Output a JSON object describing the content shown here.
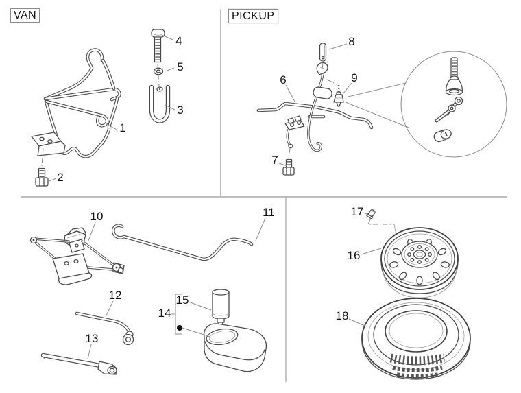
{
  "labels": {
    "van": "VAN",
    "pickup": "PICKUP"
  },
  "callouts": [
    {
      "id": "1"
    },
    {
      "id": "2"
    },
    {
      "id": "3"
    },
    {
      "id": "4"
    },
    {
      "id": "5"
    },
    {
      "id": "6"
    },
    {
      "id": "7"
    },
    {
      "id": "8"
    },
    {
      "id": "9"
    },
    {
      "id": "10"
    },
    {
      "id": "11"
    },
    {
      "id": "12"
    },
    {
      "id": "13"
    },
    {
      "id": "14"
    },
    {
      "id": "15"
    },
    {
      "id": "16"
    },
    {
      "id": "17"
    },
    {
      "id": "18"
    }
  ],
  "icons": [
    "van-carrier-bracket",
    "mount-bolt",
    "u-bolt",
    "hex-bolt",
    "washer-nut",
    "pickup-carrier-frame",
    "bracket-bolt",
    "locating-pin",
    "lock-plug",
    "lock-cylinder-kit-detail",
    "scissor-jack",
    "jack-hook-rod",
    "wheel-wrench",
    "extension-bar",
    "tool-kit-bullet",
    "sealant-canister",
    "tool-case",
    "steel-wheel",
    "valve-stem",
    "spare-tire"
  ],
  "colors": {
    "background": "#ffffff",
    "line_art": "#4b4b4b",
    "divider": "#a8a8a8",
    "leader_line": "#8c8c8c",
    "label_text": "#141414",
    "label_box_border": "#8c8c8c",
    "bullet": "#111111"
  }
}
